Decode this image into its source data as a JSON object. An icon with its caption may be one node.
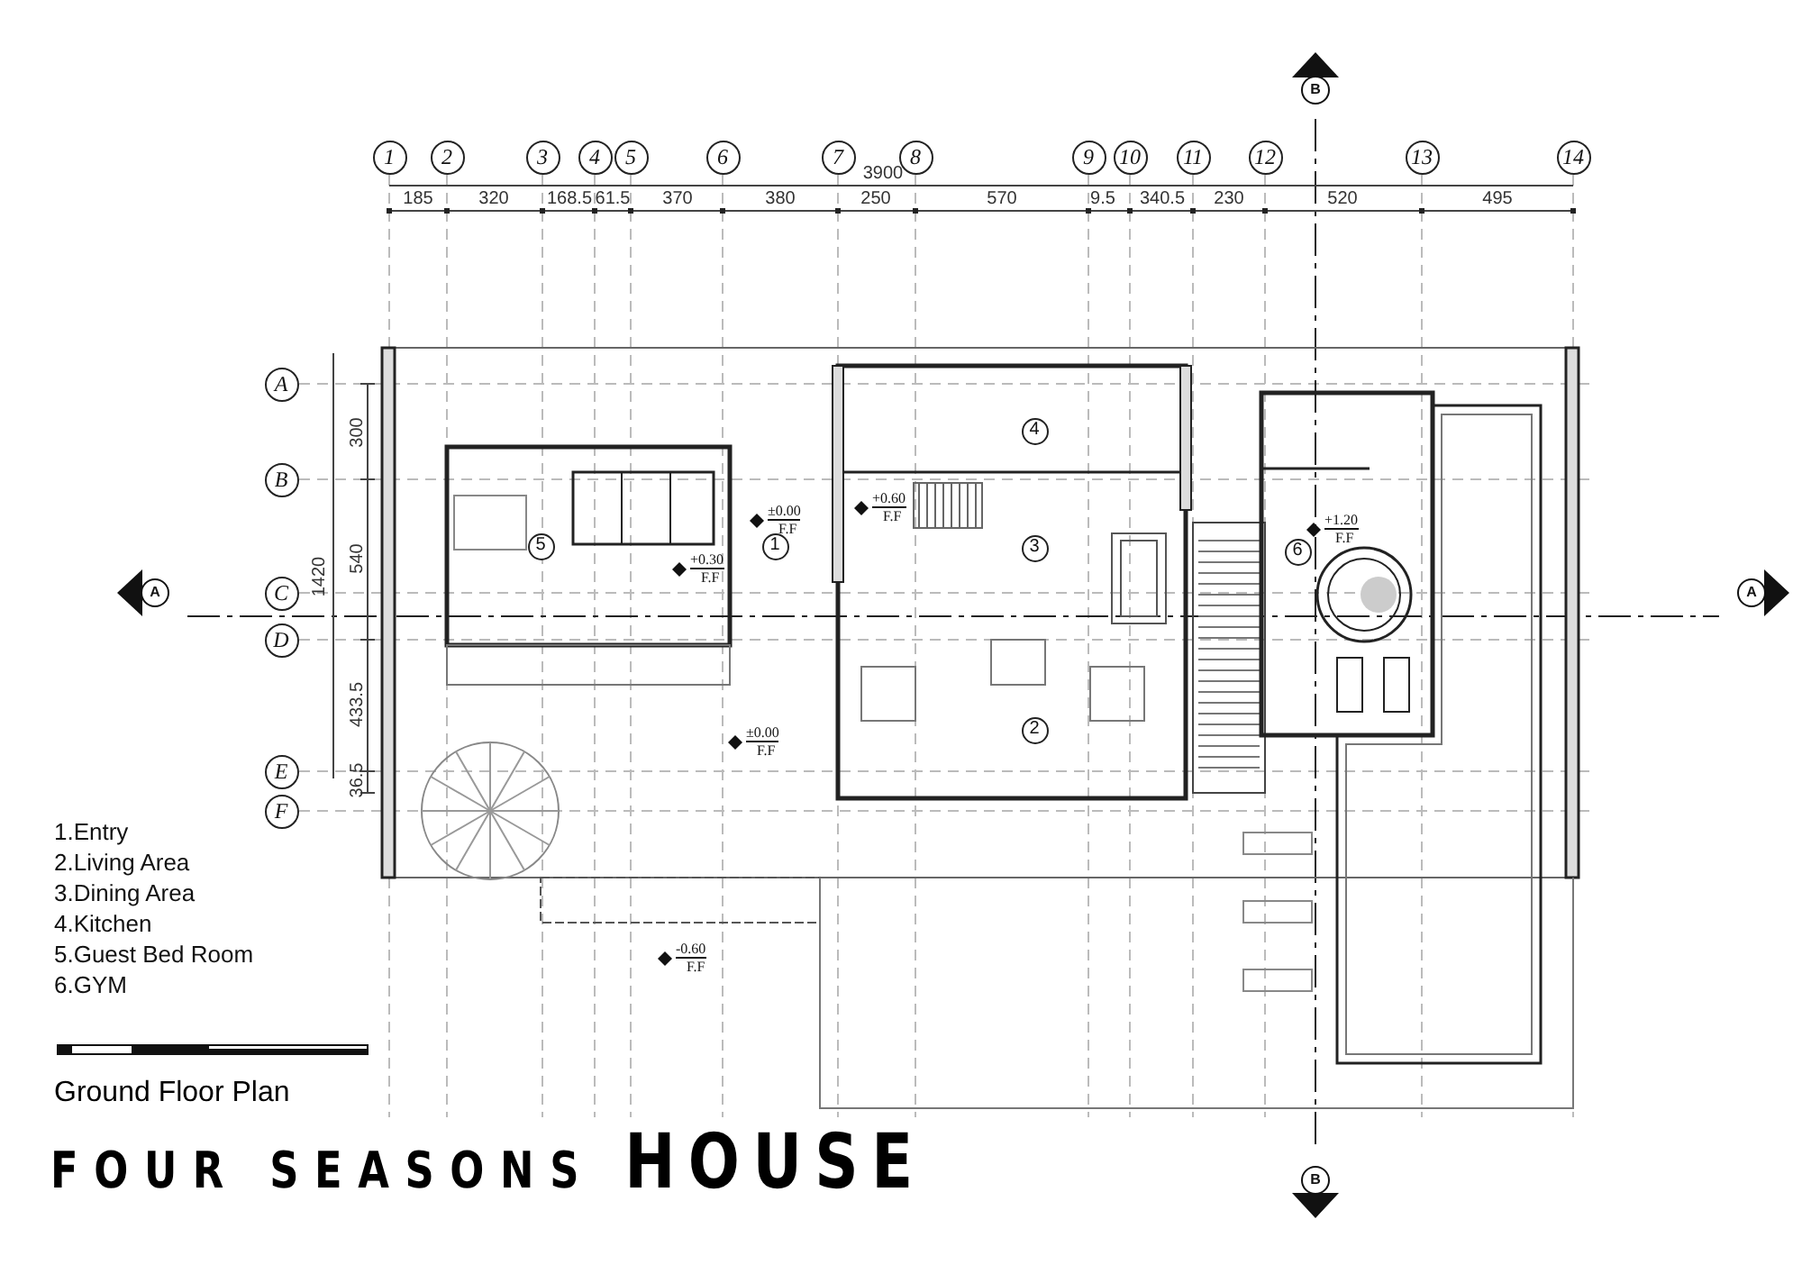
{
  "diagram": {
    "title": "FOUR SEASONS **HOUSE**",
    "caption": "Ground Floor Plan",
    "labels": [
      "B",
      "1",
      "2",
      "3",
      "4",
      "5",
      "6",
      "7",
      "8",
      "9",
      "10",
      "11",
      "12",
      "13",
      "14",
      "3900",
      "185",
      "320",
      "168.5",
      "61.5",
      "370",
      "380",
      "250",
      "570",
      "9.5",
      "340.5",
      "230",
      "520",
      "495",
      "A",
      "B",
      "300",
      "1420",
      "540",
      "C",
      "D",
      "433.5",
      "E",
      "36.5",
      "F",
      "A",
      "A",
      "5",
      "1",
      "4",
      "3",
      "6",
      "2",
      "±0.00",
      "F.F",
      "+0.60",
      "F.F",
      "+0.30",
      "F.F",
      "+1.20",
      "F.F",
      "±0.00",
      "F.F",
      "-0.60",
      "F.F",
      "1.Entry",
      "2.Living Area",
      "3.Dining Area",
      "4.Kitchen",
      "5.Guest Bed Room",
      "6.GYM",
      "B"
    ]
  }
}
